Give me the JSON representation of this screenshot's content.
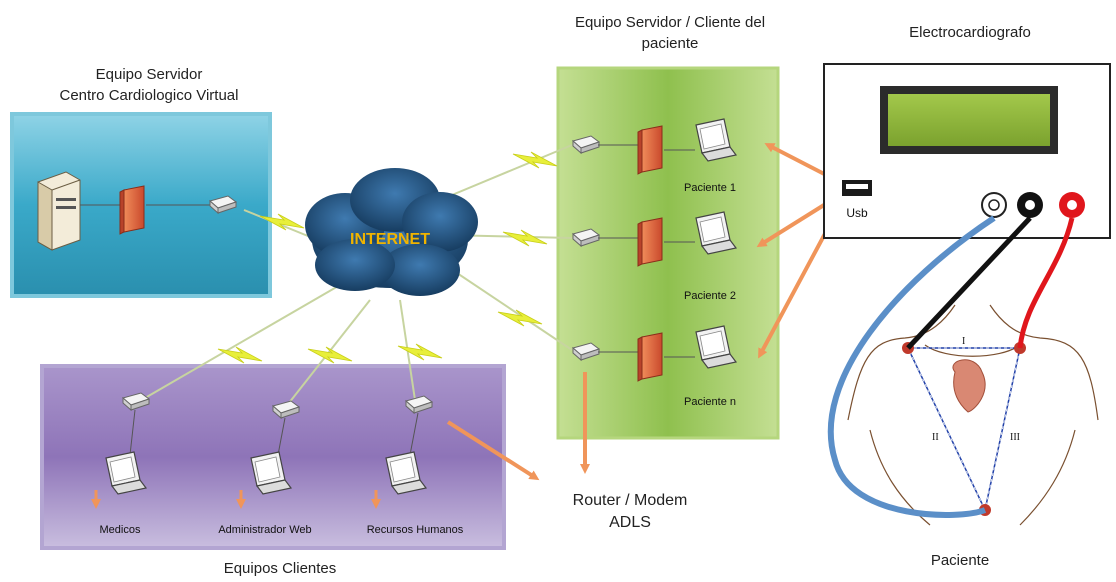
{
  "server": {
    "title_line1": "Equipo Servidor",
    "title_line2": "Centro Cardiologico Virtual"
  },
  "internet": {
    "label": "INTERNET"
  },
  "patient_server": {
    "title_line1": "Equipo Servidor / Cliente del",
    "title_line2": "paciente",
    "patients": [
      "Paciente 1",
      "Paciente 2",
      "Paciente n"
    ]
  },
  "ecg": {
    "title": "Electrocardiografo",
    "usb_label": "Usb"
  },
  "clients": {
    "title": "Equipos Clientes",
    "items": [
      "Medicos",
      "Administrador Web",
      "Recursos Humanos"
    ]
  },
  "router": {
    "line1": "Router / Modem",
    "line2": "ADLS"
  },
  "patient": {
    "label": "Paciente",
    "leads": [
      "I",
      "II",
      "III"
    ]
  },
  "colors": {
    "server_box": "#3aa9c9",
    "clients_box": "#8e74b8",
    "patient_box": "#8fc04e",
    "cloud": "#1f4f7a",
    "internet_text": "#f0b400",
    "arrow": "#f0955a",
    "lightning": "#e8ef3a",
    "firewall": "#e2663e",
    "lcd": "#8db33a",
    "lead_red": "#e0161c",
    "lead_blue": "#5b8fc8"
  }
}
